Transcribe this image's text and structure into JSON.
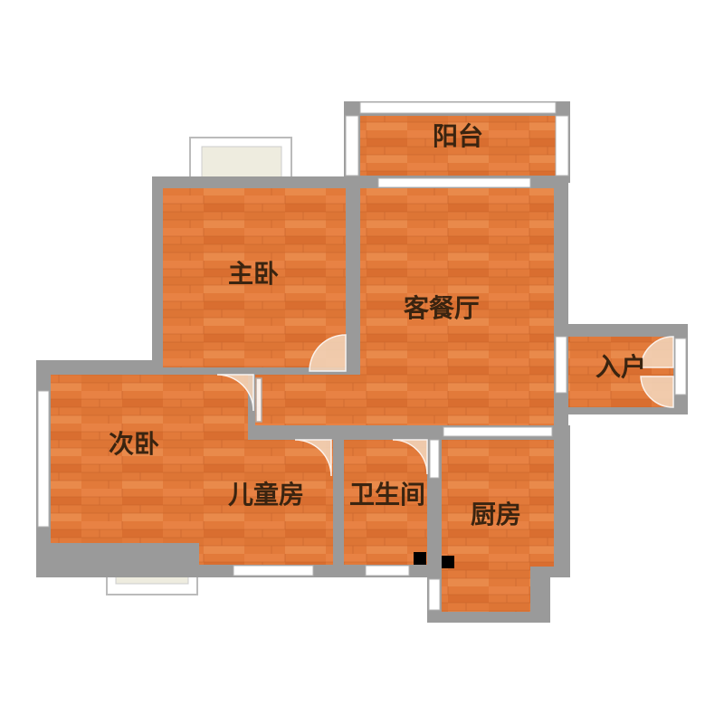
{
  "rooms": [
    {
      "id": "balcony",
      "label": "阳台"
    },
    {
      "id": "master-bedroom",
      "label": "主卧"
    },
    {
      "id": "living-dining",
      "label": "客餐厅"
    },
    {
      "id": "entrance",
      "label": "入户"
    },
    {
      "id": "second-bedroom",
      "label": "次卧"
    },
    {
      "id": "kids-room",
      "label": "儿童房"
    },
    {
      "id": "bathroom",
      "label": "卫生间"
    },
    {
      "id": "kitchen",
      "label": "厨房"
    }
  ],
  "colors": {
    "floor": "#e2793a",
    "floor_dark": "#c9612a",
    "wall": "#9a9a9a",
    "window": "#ffffff",
    "external_balcony": "#eeecdf",
    "door_swing": "#f2d3b8"
  }
}
